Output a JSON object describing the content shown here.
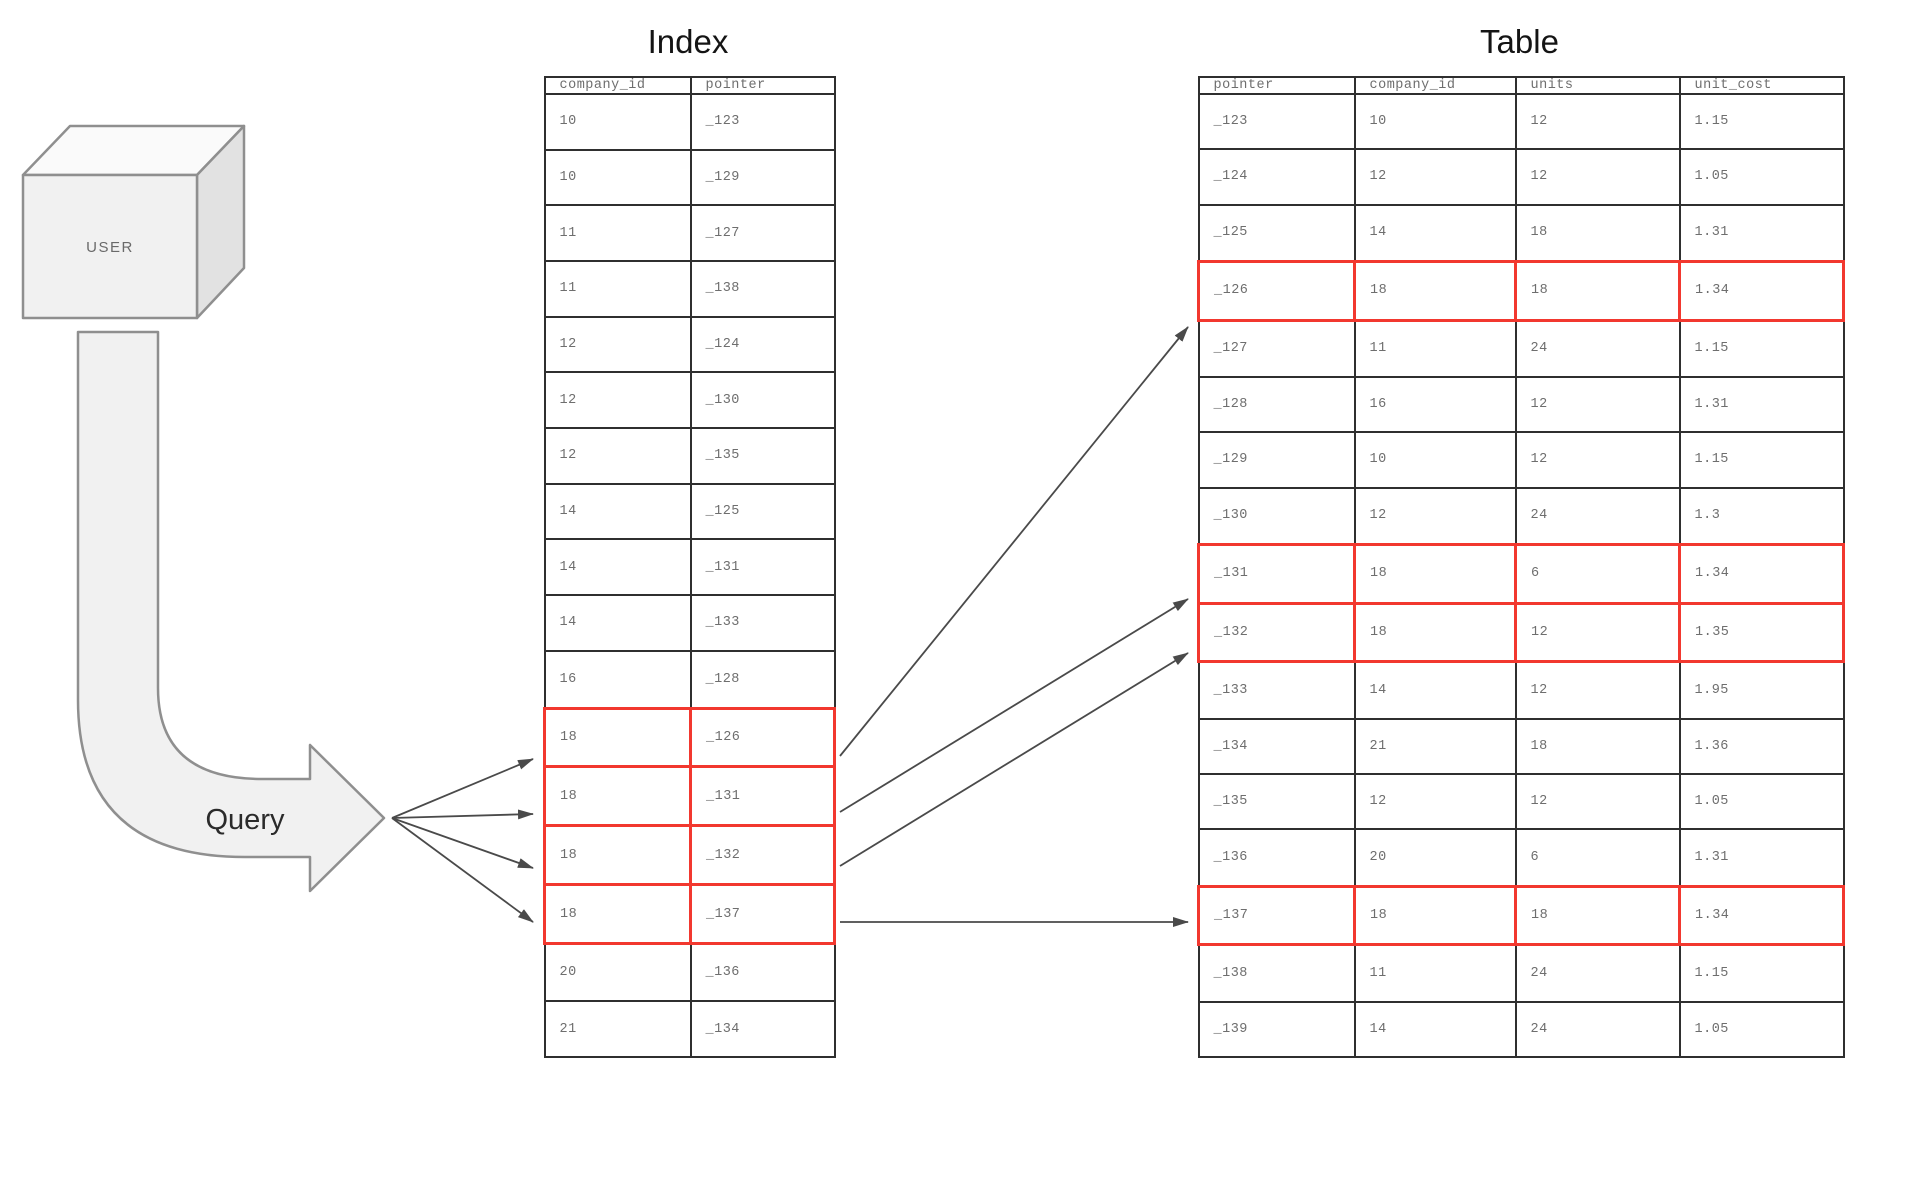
{
  "titles": {
    "index": "Index",
    "table": "Table"
  },
  "user_box": {
    "label": "USER"
  },
  "query_arrow": {
    "label": "Query"
  },
  "index_table": {
    "columns": [
      "company_id",
      "pointer"
    ],
    "rows": [
      {
        "company_id": "10",
        "pointer": "_123",
        "highlight": false
      },
      {
        "company_id": "10",
        "pointer": "_129",
        "highlight": false
      },
      {
        "company_id": "11",
        "pointer": "_127",
        "highlight": false
      },
      {
        "company_id": "11",
        "pointer": "_138",
        "highlight": false
      },
      {
        "company_id": "12",
        "pointer": "_124",
        "highlight": false
      },
      {
        "company_id": "12",
        "pointer": "_130",
        "highlight": false
      },
      {
        "company_id": "12",
        "pointer": "_135",
        "highlight": false
      },
      {
        "company_id": "14",
        "pointer": "_125",
        "highlight": false
      },
      {
        "company_id": "14",
        "pointer": "_131",
        "highlight": false
      },
      {
        "company_id": "14",
        "pointer": "_133",
        "highlight": false
      },
      {
        "company_id": "16",
        "pointer": "_128",
        "highlight": false
      },
      {
        "company_id": "18",
        "pointer": "_126",
        "highlight": true
      },
      {
        "company_id": "18",
        "pointer": "_131",
        "highlight": true
      },
      {
        "company_id": "18",
        "pointer": "_132",
        "highlight": true
      },
      {
        "company_id": "18",
        "pointer": "_137",
        "highlight": true
      },
      {
        "company_id": "20",
        "pointer": "_136",
        "highlight": false
      },
      {
        "company_id": "21",
        "pointer": "_134",
        "highlight": false
      }
    ]
  },
  "data_table": {
    "columns": [
      "pointer",
      "company_id",
      "units",
      "unit_cost"
    ],
    "rows": [
      {
        "pointer": "_123",
        "company_id": "10",
        "units": "12",
        "unit_cost": "1.15",
        "highlight": false
      },
      {
        "pointer": "_124",
        "company_id": "12",
        "units": "12",
        "unit_cost": "1.05",
        "highlight": false
      },
      {
        "pointer": "_125",
        "company_id": "14",
        "units": "18",
        "unit_cost": "1.31",
        "highlight": false
      },
      {
        "pointer": "_126",
        "company_id": "18",
        "units": "18",
        "unit_cost": "1.34",
        "highlight": true
      },
      {
        "pointer": "_127",
        "company_id": "11",
        "units": "24",
        "unit_cost": "1.15",
        "highlight": false
      },
      {
        "pointer": "_128",
        "company_id": "16",
        "units": "12",
        "unit_cost": "1.31",
        "highlight": false
      },
      {
        "pointer": "_129",
        "company_id": "10",
        "units": "12",
        "unit_cost": "1.15",
        "highlight": false
      },
      {
        "pointer": "_130",
        "company_id": "12",
        "units": "24",
        "unit_cost": "1.3",
        "highlight": false
      },
      {
        "pointer": "_131",
        "company_id": "18",
        "units": "6",
        "unit_cost": "1.34",
        "highlight": true
      },
      {
        "pointer": "_132",
        "company_id": "18",
        "units": "12",
        "unit_cost": "1.35",
        "highlight": true
      },
      {
        "pointer": "_133",
        "company_id": "14",
        "units": "12",
        "unit_cost": "1.95",
        "highlight": false
      },
      {
        "pointer": "_134",
        "company_id": "21",
        "units": "18",
        "unit_cost": "1.36",
        "highlight": false
      },
      {
        "pointer": "_135",
        "company_id": "12",
        "units": "12",
        "unit_cost": "1.05",
        "highlight": false
      },
      {
        "pointer": "_136",
        "company_id": "20",
        "units": "6",
        "unit_cost": "1.31",
        "highlight": false
      },
      {
        "pointer": "_137",
        "company_id": "18",
        "units": "18",
        "unit_cost": "1.34",
        "highlight": true
      },
      {
        "pointer": "_138",
        "company_id": "11",
        "units": "24",
        "unit_cost": "1.15",
        "highlight": false
      },
      {
        "pointer": "_139",
        "company_id": "14",
        "units": "24",
        "unit_cost": "1.05",
        "highlight": false
      }
    ]
  },
  "colors": {
    "highlight_red": "#f2382f",
    "table_border": "#2f2f2f",
    "cell_text": "#6e6e6e",
    "arrow": "#4a4a4a"
  }
}
